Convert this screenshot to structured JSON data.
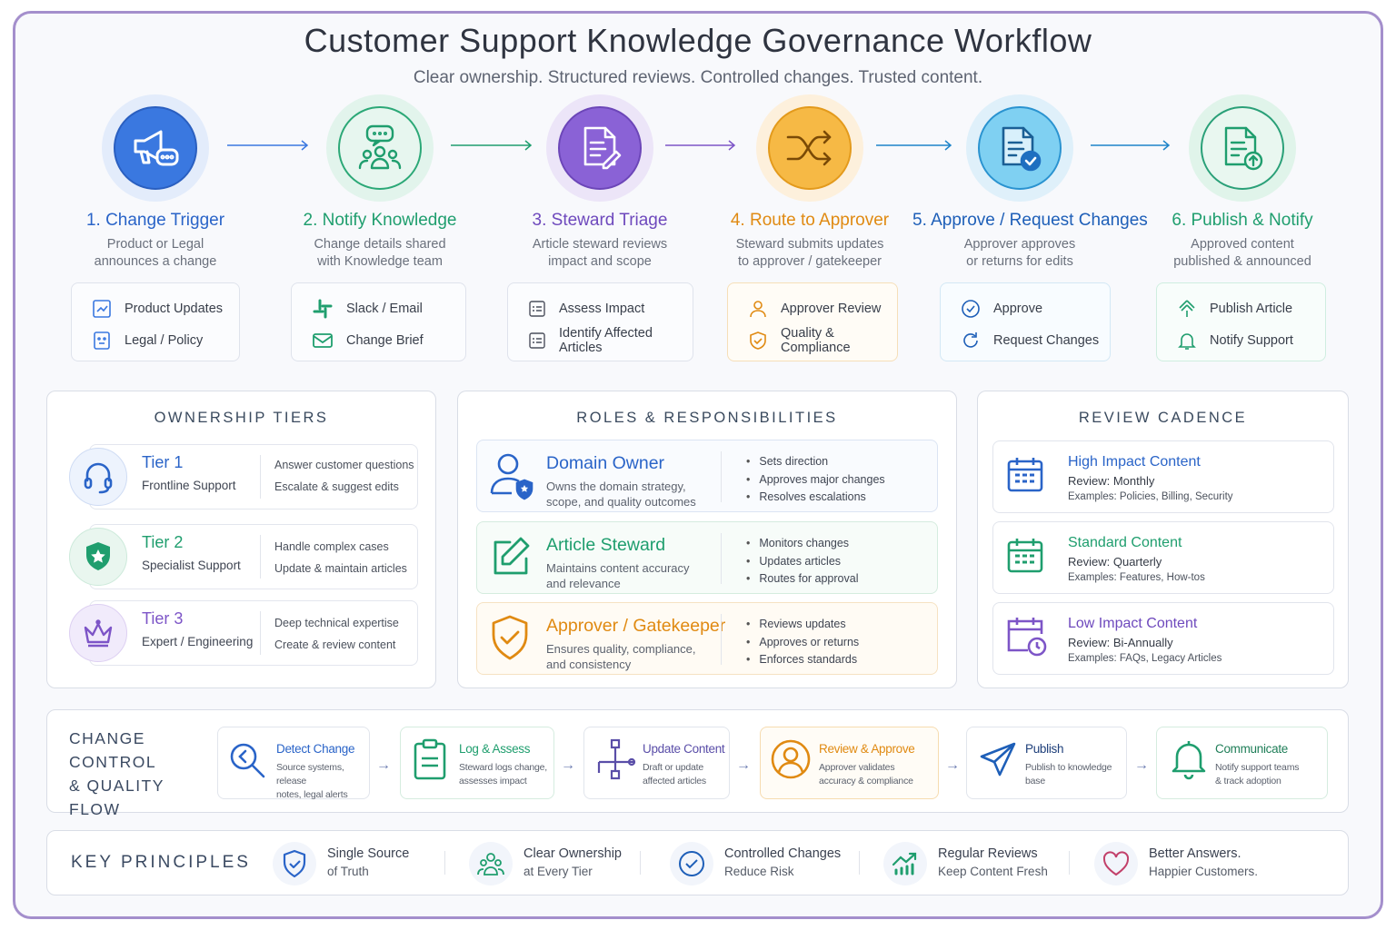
{
  "title": "Customer Support Knowledge Governance Workflow",
  "subtitle": "Clear ownership. Structured reviews. Controlled changes. Trusted content.",
  "colors": {
    "blue": "#2f6fd6",
    "green": "#1f9e6e",
    "purple": "#7d55c7",
    "orange": "#e5941d",
    "cyan": "#1e84c9",
    "teal": "#2aa078"
  },
  "steps": [
    {
      "title": "1. Change Trigger",
      "desc1": "Product or Legal",
      "desc2": "announces a change",
      "item1": "Product Updates",
      "item2": "Legal / Policy",
      "icon": "megaphone-icon"
    },
    {
      "title": "2. Notify Knowledge",
      "desc1": "Change details shared",
      "desc2": "with Knowledge team",
      "item1": "Slack / Email",
      "item2": "Change Brief",
      "icon": "team-chat-icon"
    },
    {
      "title": "3. Steward Triage",
      "desc1": "Article steward reviews",
      "desc2": "impact and scope",
      "item1": "Assess Impact",
      "item2": "Identify Affected Articles",
      "icon": "document-edit-icon"
    },
    {
      "title": "4. Route to Approver",
      "desc1": "Steward submits updates",
      "desc2": "to approver / gatekeeper",
      "item1": "Approver Review",
      "item2": "Quality & Compliance",
      "icon": "shuffle-icon"
    },
    {
      "title": "5. Approve / Request Changes",
      "desc1": "Approver approves",
      "desc2": "or returns for edits",
      "item1": "Approve",
      "item2": "Request Changes",
      "icon": "document-check-icon"
    },
    {
      "title": "6. Publish & Notify",
      "desc1": "Approved content",
      "desc2": "published & announced",
      "item1": "Publish Article",
      "item2": "Notify Support",
      "icon": "document-upload-icon"
    }
  ],
  "ownership": {
    "title": "OWNERSHIP TIERS",
    "tiers": [
      {
        "name": "Tier 1",
        "sub": "Frontline Support",
        "d1": "Answer customer questions",
        "d2": "Escalate & suggest edits"
      },
      {
        "name": "Tier 2",
        "sub": "Specialist Support",
        "d1": "Handle complex cases",
        "d2": "Update & maintain articles"
      },
      {
        "name": "Tier 3",
        "sub": "Expert / Engineering",
        "d1": "Deep technical expertise",
        "d2": "Create & review content"
      }
    ]
  },
  "roles": {
    "title": "ROLES & RESPONSIBILITIES",
    "items": [
      {
        "name": "Domain Owner",
        "d1": "Owns the domain strategy,",
        "d2": "scope, and quality outcomes",
        "b": [
          "Sets direction",
          "Approves major changes",
          "Resolves escalations"
        ]
      },
      {
        "name": "Article Steward",
        "d1": "Maintains content accuracy",
        "d2": "and relevance",
        "b": [
          "Monitors changes",
          "Updates articles",
          "Routes for approval"
        ]
      },
      {
        "name": "Approver / Gatekeeper",
        "d1": "Ensures quality, compliance,",
        "d2": "and consistency",
        "b": [
          "Reviews updates",
          "Approves or returns",
          "Enforces standards"
        ]
      }
    ]
  },
  "cadence": {
    "title": "REVIEW CADENCE",
    "items": [
      {
        "name": "High Impact Content",
        "review": "Review: Monthly",
        "ex": "Examples: Policies, Billing, Security"
      },
      {
        "name": "Standard Content",
        "review": "Review: Quarterly",
        "ex": "Examples: Features, How-tos"
      },
      {
        "name": "Low Impact Content",
        "review": "Review: Bi-Annually",
        "ex": "Examples: FAQs, Legacy Articles"
      }
    ]
  },
  "flow": {
    "title1": "CHANGE CONTROL",
    "title2": "& QUALITY",
    "title3": "FLOW",
    "items": [
      {
        "name": "Detect Change",
        "d1": "Source systems, release",
        "d2": "notes, legal alerts"
      },
      {
        "name": "Log & Assess",
        "d1": "Steward logs change,",
        "d2": "assesses impact"
      },
      {
        "name": "Update Content",
        "d1": "Draft or update",
        "d2": "affected articles"
      },
      {
        "name": "Review & Approve",
        "d1": "Approver validates",
        "d2": "accuracy & compliance"
      },
      {
        "name": "Publish",
        "d1": "Publish to knowledge",
        "d2": "base"
      },
      {
        "name": "Communicate",
        "d1": "Notify support teams",
        "d2": "& track adoption"
      }
    ]
  },
  "principles": {
    "title": "KEY PRINCIPLES",
    "items": [
      {
        "l1": "Single Source",
        "l2": "of Truth"
      },
      {
        "l1": "Clear Ownership",
        "l2": "at Every Tier"
      },
      {
        "l1": "Controlled Changes",
        "l2": "Reduce Risk"
      },
      {
        "l1": "Regular Reviews",
        "l2": "Keep Content Fresh"
      },
      {
        "l1": "Better Answers.",
        "l2": "Happier Customers."
      }
    ]
  }
}
